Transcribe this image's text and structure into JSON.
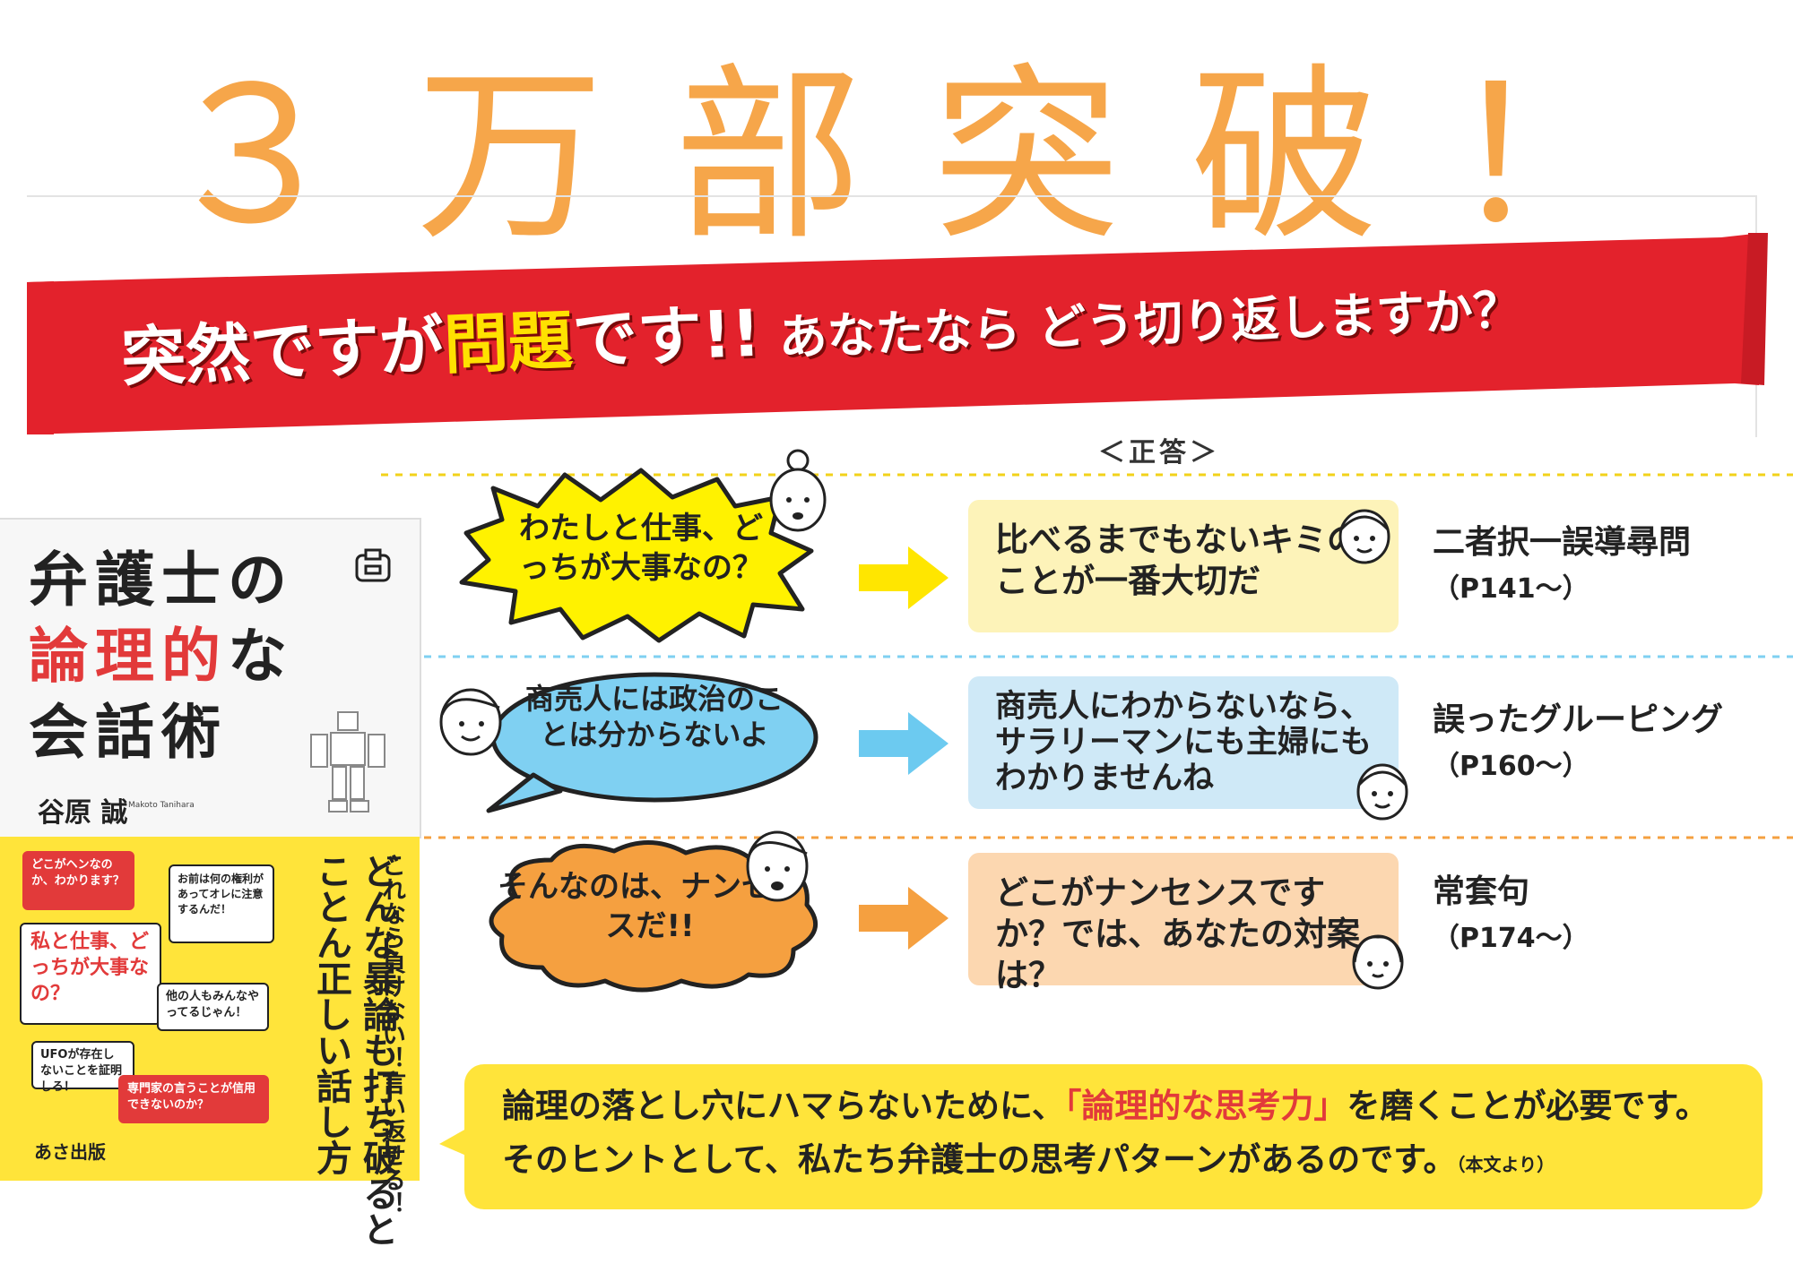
{
  "headline": "３万部突破！",
  "banner": {
    "part1": "突然ですが",
    "highlight": "問題",
    "part2": "です!!",
    "part3": "あなたなら どう切り返しますか？"
  },
  "answer_label": "＜正答＞",
  "book": {
    "title_line1": "弁護士の",
    "title_line2_red": "論理的",
    "title_line2_rest": "な",
    "title_line3": "会話術",
    "author": "谷原 誠",
    "author_en": "Makoto Tanihara",
    "tagline_small": "これなら負けない！言い返せる！",
    "tagline_large": "どんな暴論も打ち破るとことん正しい話し方",
    "publisher": "あさ出版",
    "mini_bubbles": [
      "どこがヘンなのか、わかります？",
      "お前は何の権利があってオレに注意するんだ！",
      "私と仕事、どっちが大事なの？",
      "他の人もみんなやってるじゃん！",
      "UFOが存在しないことを証明しろ！",
      "専門家の言うことが信用できないのか？"
    ]
  },
  "rows": [
    {
      "question": "わたしと仕事、どっちが大事なの？",
      "answer": "比べるまでもないキミのことが一番大切だ",
      "technique": "二者択一誤導尋問",
      "page": "（P141～）"
    },
    {
      "question": "商売人には政治のことは分からないよ",
      "answer": "商売人にわからないなら、サラリーマンにも主婦にもわかりませんね",
      "technique": "誤ったグルーピング",
      "page": "（P160～）"
    },
    {
      "question": "そんなのは、ナンセンスだ!!",
      "answer": "どこがナンセンスですか？では、あなたの対案は？",
      "technique": "常套句",
      "page": "（P174～）"
    }
  ],
  "callout": {
    "line1_pre": "論理の落とし穴にハマらないために、",
    "line1_red": "「論理的な思考力」",
    "line1_post": "を磨くことが必要です。",
    "line2": "そのヒントとして、私たち弁護士の思考パターンがあるのです。",
    "note": "（本文より）"
  },
  "colors": {
    "headline": "#f6a64a",
    "banner_red": "#e3222c",
    "banner_highlight": "#ffe100",
    "yellow": "#ffe43a",
    "row1_box": "#fdf3b9",
    "row2_box": "#cfe9f7",
    "row3_box": "#fcd7b0",
    "row1_arrow": "#ffe600",
    "row2_arrow": "#6ccaf0",
    "row3_arrow": "#f5a040",
    "red_text": "#e23a3a"
  }
}
